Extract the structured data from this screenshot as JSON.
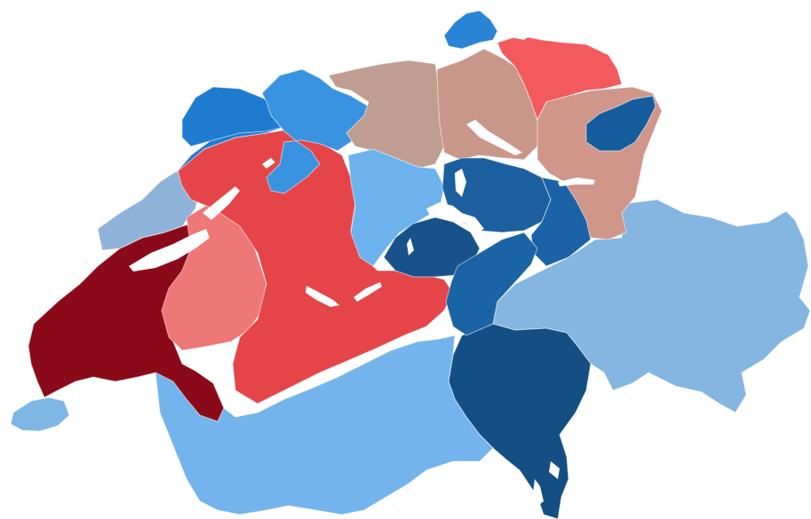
{
  "map": {
    "subject": "switzerland-cantons-choropleth",
    "regions": [
      {
        "id": "schaffhausen",
        "color": "#2a84d6"
      },
      {
        "id": "basel",
        "color": "#1f7bd0"
      },
      {
        "id": "solothurn",
        "color": "#3a93e0"
      },
      {
        "id": "aargau",
        "color": "#bf9e91"
      },
      {
        "id": "zurich",
        "color": "#c9978a"
      },
      {
        "id": "thurgau",
        "color": "#f25a5e"
      },
      {
        "id": "stgallen",
        "color": "#d0968a"
      },
      {
        "id": "appenzell",
        "color": "#155c9c"
      },
      {
        "id": "jura",
        "color": "#1e7bd0"
      },
      {
        "id": "neuchatel",
        "color": "#8fb3d8"
      },
      {
        "id": "bern",
        "color": "#e54548"
      },
      {
        "id": "lucerne",
        "color": "#6cb3ee"
      },
      {
        "id": "zug-schwyz",
        "color": "#1b5f9f"
      },
      {
        "id": "central-small",
        "color": "#17528a"
      },
      {
        "id": "glarus",
        "color": "#1b63a6"
      },
      {
        "id": "uri",
        "color": "#1a63a4"
      },
      {
        "id": "fribourg",
        "color": "#ee7777"
      },
      {
        "id": "vaud",
        "color": "#8b0a1a"
      },
      {
        "id": "geneva",
        "color": "#7eb6e6"
      },
      {
        "id": "valais",
        "color": "#74b4ec"
      },
      {
        "id": "ticino",
        "color": "#134f82"
      },
      {
        "id": "graubunden",
        "color": "#85b6e2"
      }
    ]
  }
}
